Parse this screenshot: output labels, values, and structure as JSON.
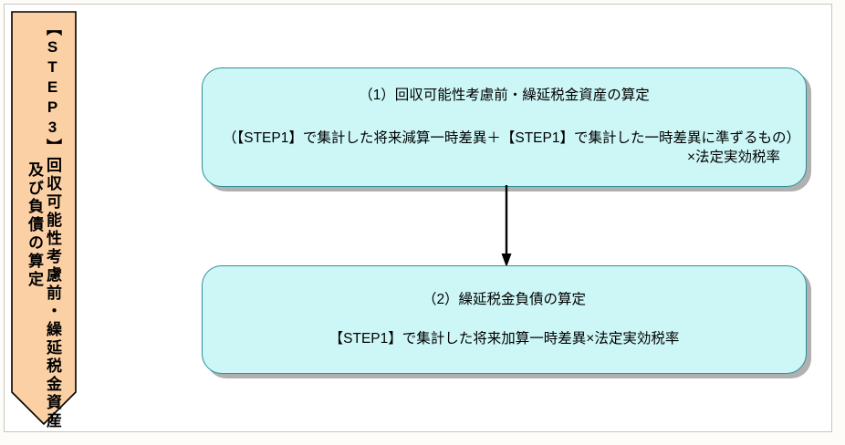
{
  "diagram": {
    "title_step_arrow": {
      "column_primary": "【STEP3】回収可能性考慮前・繰延税金資産",
      "column_secondary": "及び負債の算定",
      "fill_color": "#fbd0a4",
      "border_color": "#000000"
    },
    "boxes": [
      {
        "id": "box-top",
        "heading": "（1）回収可能性考慮前・繰延税金資産の算定",
        "formula_line": "（【STEP1】で集計した将来減算一時差異＋【STEP1】で集計した一時差異に準ずるもの）",
        "formula_tail": "×法定実効税率",
        "fill_color": "#cdf7f7",
        "border_color": "#2f8f96"
      },
      {
        "id": "box-bottom",
        "heading": "（2）繰延税金負債の算定",
        "formula_line": "【STEP1】で集計した将来加算一時差異×法定実効税率",
        "formula_tail": "",
        "fill_color": "#cdf7f7",
        "border_color": "#2f8f96"
      }
    ],
    "connector": {
      "name": "downward-arrow",
      "color": "#000000"
    }
  }
}
